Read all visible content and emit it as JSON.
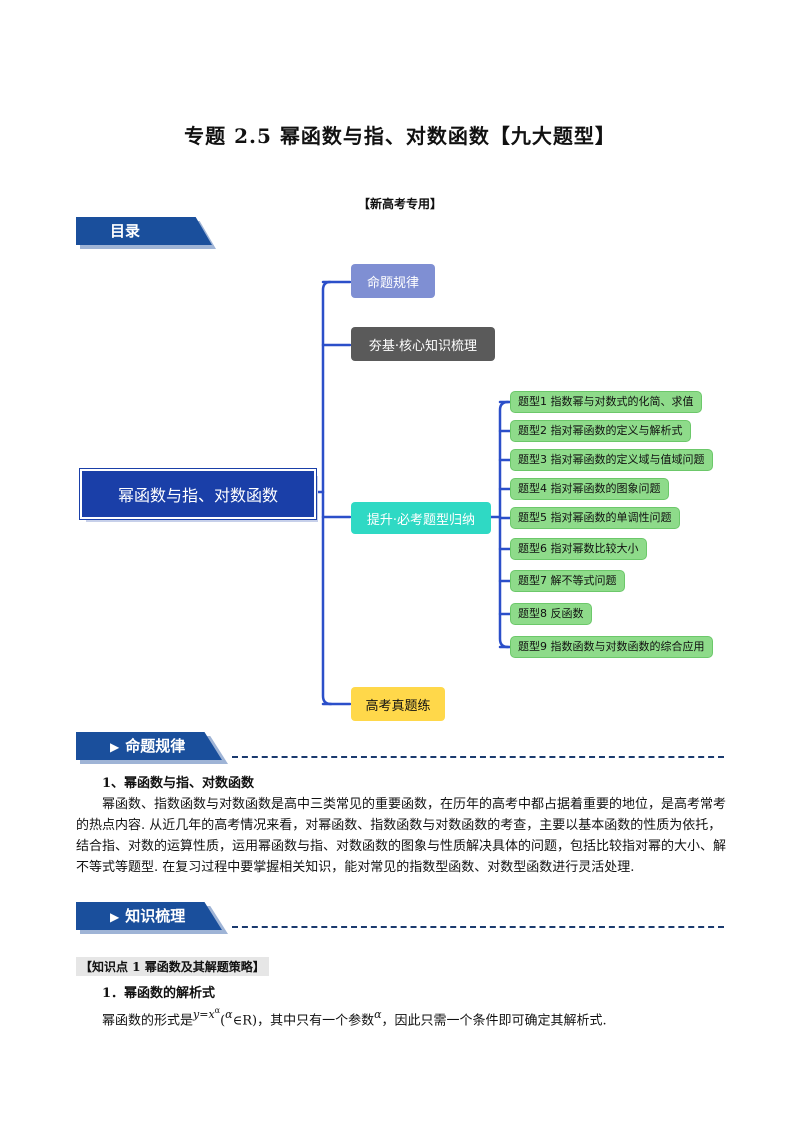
{
  "doc": {
    "title": "专题 2.5  幂函数与指、对数函数【九大题型】",
    "subtitle": "【新高考专用】"
  },
  "toc": {
    "banner": "目录",
    "root": "幂函数与指、对数函数",
    "branches": [
      "命题规律",
      "夯基·核心知识梳理",
      "提升·必考题型归纳",
      "高考真题练"
    ],
    "leaves": [
      "题型1 指数幂与对数式的化简、求值",
      "题型2 指对幂函数的定义与解析式",
      "题型3 指对幂函数的定义域与值域问题",
      "题型4 指对幂函数的图象问题",
      "题型5 指对幂函数的单调性问题",
      "题型6 指对幂数比较大小",
      "题型7 解不等式问题",
      "题型8 反函数",
      "题型9 指数函数与对数函数的综合应用"
    ]
  },
  "section1": {
    "banner": "命题规律",
    "heading": "1、幂函数与指、对数函数",
    "paragraph": "幂函数、指数函数与对数函数是高中三类常见的重要函数，在历年的高考中都占据着重要的地位，是高考常考的热点内容. 从近几年的高考情况来看，对幂函数、指数函数与对数函数的考查，主要以基本函数的性质为依托，结合指、对数的运算性质，运用幂函数与指、对数函数的图象与性质解决具体的问题，包括比较指对幂的大小、解不等式等题型. 在复习过程中要掌握相关知识，能对常见的指数型函数、对数型函数进行灵活处理."
  },
  "section2": {
    "banner": "知识梳理",
    "knowledge_point": "【知识点 1    幂函数及其解题策略】",
    "heading": "1．幂函数的解析式",
    "line_prefix": "幂函数的形式是",
    "formula_y": "y",
    "formula_eq": "=",
    "formula_x": "x",
    "formula_exp": "α",
    "formula_cond_open": "(",
    "formula_alpha": "α",
    "formula_cond": "∈R)",
    "line_mid": "，其中只有一个参数",
    "param": "α",
    "line_suffix": "，因此只需一个条件即可确定其解析式."
  },
  "colors": {
    "banner": "#1a4f9c",
    "branch1": "#7f8fd3",
    "branch2": "#5a5a5a",
    "branch3": "#2fd9c4",
    "branch4": "#ffd84a",
    "leaf": "#8edb8a",
    "root": "#1a3fa8",
    "connector": "#2b4fc9"
  }
}
